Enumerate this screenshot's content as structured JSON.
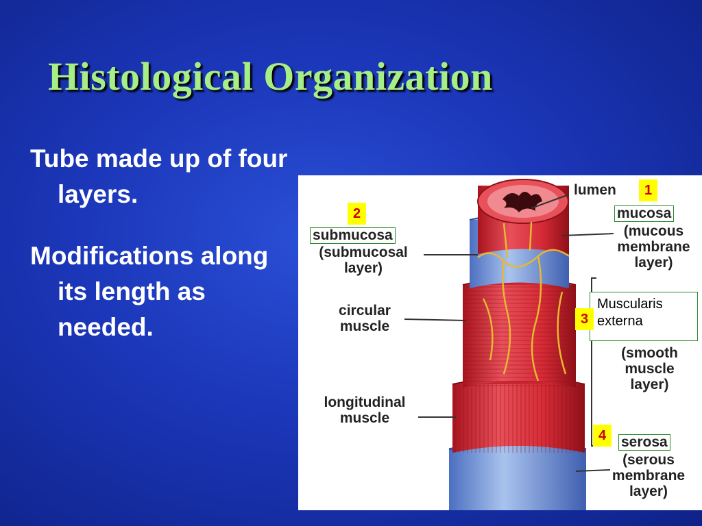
{
  "slide": {
    "title": "Histological Organization",
    "bullets": [
      "Tube made up of four layers.",
      "Modifications along its length as needed."
    ]
  },
  "diagram": {
    "labels": {
      "lumen": "lumen",
      "mucosa": "mucosa",
      "mucosa_desc_1": "(mucous",
      "mucosa_desc_2": "membrane",
      "mucosa_desc_3": "layer)",
      "submucosa": "submucosa",
      "submucosa_desc_1": "(submucosal",
      "submucosa_desc_2": "layer)",
      "circular_1": "circular",
      "circular_2": "muscle",
      "longitudinal_1": "longitudinal",
      "longitudinal_2": "muscle",
      "muscularis_1": "Muscularis",
      "muscularis_2": "externa",
      "smooth_1": "(smooth",
      "smooth_2": "muscle",
      "smooth_3": "layer)",
      "serosa": "serosa",
      "serosa_desc_1": "(serous",
      "serosa_desc_2": "membrane",
      "serosa_desc_3": "layer)"
    },
    "numbers": [
      "1",
      "2",
      "3",
      "4"
    ],
    "colors": {
      "title": "#a6ee86",
      "muscle": "#d8323c",
      "submucosa": "#6f93d8",
      "marker_bg": "#ffff00",
      "marker_text": "#d00000"
    }
  }
}
